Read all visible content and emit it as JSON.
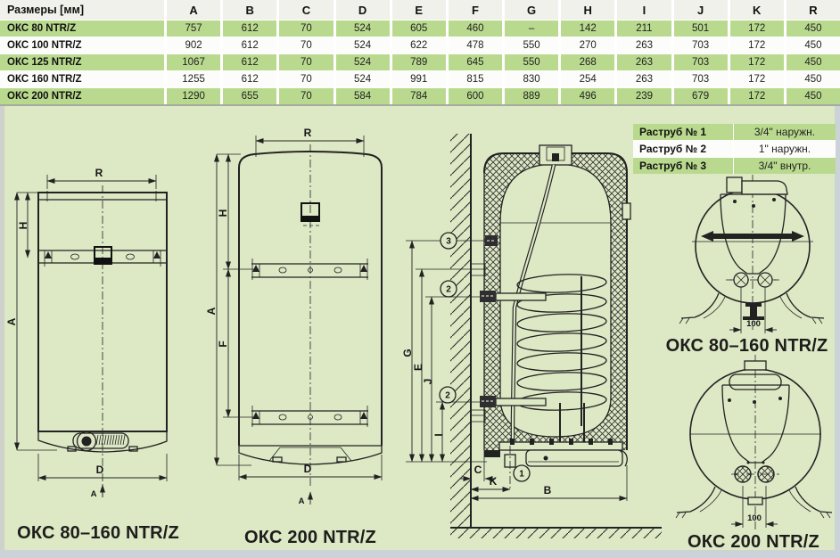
{
  "table": {
    "header": [
      "Размеры [мм]",
      "A",
      "B",
      "C",
      "D",
      "E",
      "F",
      "G",
      "H",
      "I",
      "J",
      "K",
      "R"
    ],
    "rows": [
      {
        "label": "ОКС 80 NTR/Z",
        "values": [
          "757",
          "612",
          "70",
          "524",
          "605",
          "460",
          "–",
          "142",
          "211",
          "501",
          "172",
          "450"
        ]
      },
      {
        "label": "ОКС 100 NTR/Z",
        "values": [
          "902",
          "612",
          "70",
          "524",
          "622",
          "478",
          "550",
          "270",
          "263",
          "703",
          "172",
          "450"
        ]
      },
      {
        "label": "ОКС 125 NTR/Z",
        "values": [
          "1067",
          "612",
          "70",
          "524",
          "789",
          "645",
          "550",
          "268",
          "263",
          "703",
          "172",
          "450"
        ]
      },
      {
        "label": "ОКС 160 NTR/Z",
        "values": [
          "1255",
          "612",
          "70",
          "524",
          "991",
          "815",
          "830",
          "254",
          "263",
          "703",
          "172",
          "450"
        ]
      },
      {
        "label": "ОКС 200 NTR/Z",
        "values": [
          "1290",
          "655",
          "70",
          "584",
          "784",
          "600",
          "889",
          "496",
          "239",
          "679",
          "172",
          "450"
        ]
      }
    ]
  },
  "legend": {
    "rows": [
      {
        "label": "Раструб № 1",
        "value": "3/4\" наружн."
      },
      {
        "label": "Раструб № 2",
        "value": "1\" наружн."
      },
      {
        "label": "Раструб № 3",
        "value": "3/4\" внутр."
      }
    ]
  },
  "titles": {
    "front_small": "ОКС 80–160 NTR/Z",
    "front_large": "ОКС 200 NTR/Z",
    "top_small": "ОКС 80–160 NTR/Z",
    "top_large": "ОКС 200 NTR/Z"
  },
  "labels": {
    "R": "R",
    "A": "A",
    "H": "H",
    "F": "F",
    "D": "D",
    "G": "G",
    "E": "E",
    "J": "J",
    "I": "I",
    "C": "C",
    "K": "K",
    "B": "B",
    "view_a": "A",
    "dim_100": "100",
    "callout_1": "1",
    "callout_2": "2",
    "callout_3": "3"
  },
  "colors": {
    "row_green": "#b9da8e",
    "panel_bg": "#dde8c5",
    "line": "#222222",
    "title_text": "#1d1d1b"
  }
}
